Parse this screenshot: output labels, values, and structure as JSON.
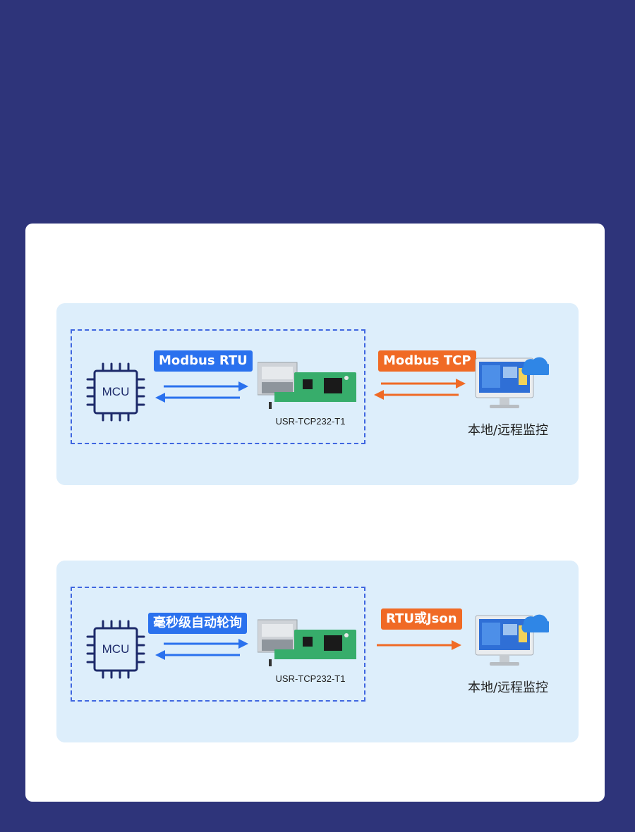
{
  "diagrams": [
    {
      "mcu_label": "MCU",
      "left_tag": "Modbus RTU",
      "device_label": "USR-TCP232-T1",
      "right_tag": "Modbus TCP",
      "right_arrows": "bidirectional",
      "endpoint_label": "本地/远程监控"
    },
    {
      "mcu_label": "MCU",
      "left_tag": "毫秒级自动轮询",
      "device_label": "USR-TCP232-T1",
      "right_tag": "RTU或Json",
      "right_arrows": "one-way",
      "endpoint_label": "本地/远程监控"
    }
  ],
  "colors": {
    "background": "#2e347a",
    "panel": "#ddeefb",
    "dashed_border": "#3f66e0",
    "blue_accent": "#2a71ee",
    "orange_accent": "#f06a25",
    "chip_outline": "#1d2a6a"
  }
}
